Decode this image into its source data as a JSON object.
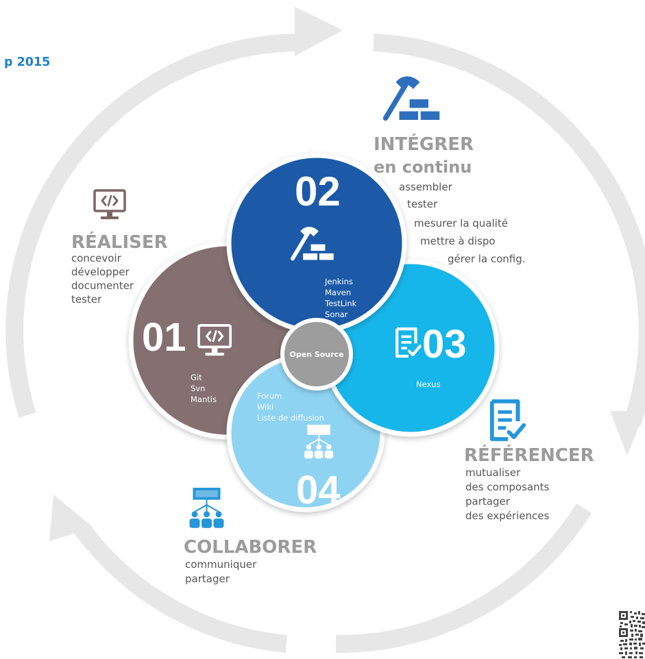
{
  "corner_text": "p 2015",
  "colors": {
    "ring": "#e7e7e7",
    "circle_01": "#847070",
    "circle_02": "#1c5aa8",
    "circle_03": "#14b5ea",
    "circle_04": "#8ed3f2",
    "center": "#9d9d9d",
    "accent_blue": "#2d7fc5",
    "icon_blue": "#2496da"
  },
  "center": {
    "label": "Open Source"
  },
  "circles": [
    {
      "number": "01",
      "icon": "code-monitor-icon",
      "tools": [
        "Git",
        "Svn",
        "Mantis"
      ]
    },
    {
      "number": "02",
      "icon": "hammer-bricks-icon",
      "tools": [
        "Jenkins",
        "Maven",
        "TestLink",
        "Sonar"
      ]
    },
    {
      "number": "03",
      "icon": "checklist-document-icon",
      "tools": [
        "Nexus"
      ]
    },
    {
      "number": "04",
      "icon": "team-board-icon",
      "tools": [
        "Forum",
        "Wiki",
        "Liste de diffusion"
      ]
    }
  ],
  "stages": {
    "realiser": {
      "title": "RÉALISER",
      "icon": "code-monitor-icon",
      "lines": [
        "concevoir",
        "développer",
        "documenter",
        "tester"
      ]
    },
    "integrer": {
      "title": "INTÉGRER",
      "subtitle": "en continu",
      "icon": "hammer-bricks-icon",
      "lines": [
        "assembler",
        "tester",
        "mesurer la qualité",
        "mettre à dispo",
        "gérer la config."
      ]
    },
    "referencer": {
      "title": "RÉFÉRENCER",
      "icon": "checklist-document-icon",
      "lines": [
        "mutualiser",
        "des composants",
        "partager",
        "des expériences"
      ]
    },
    "collaborer": {
      "title": "COLLABORER",
      "icon": "team-board-icon",
      "lines": [
        "communiquer",
        "partager"
      ]
    }
  },
  "qr_icon": "qr-code-icon"
}
